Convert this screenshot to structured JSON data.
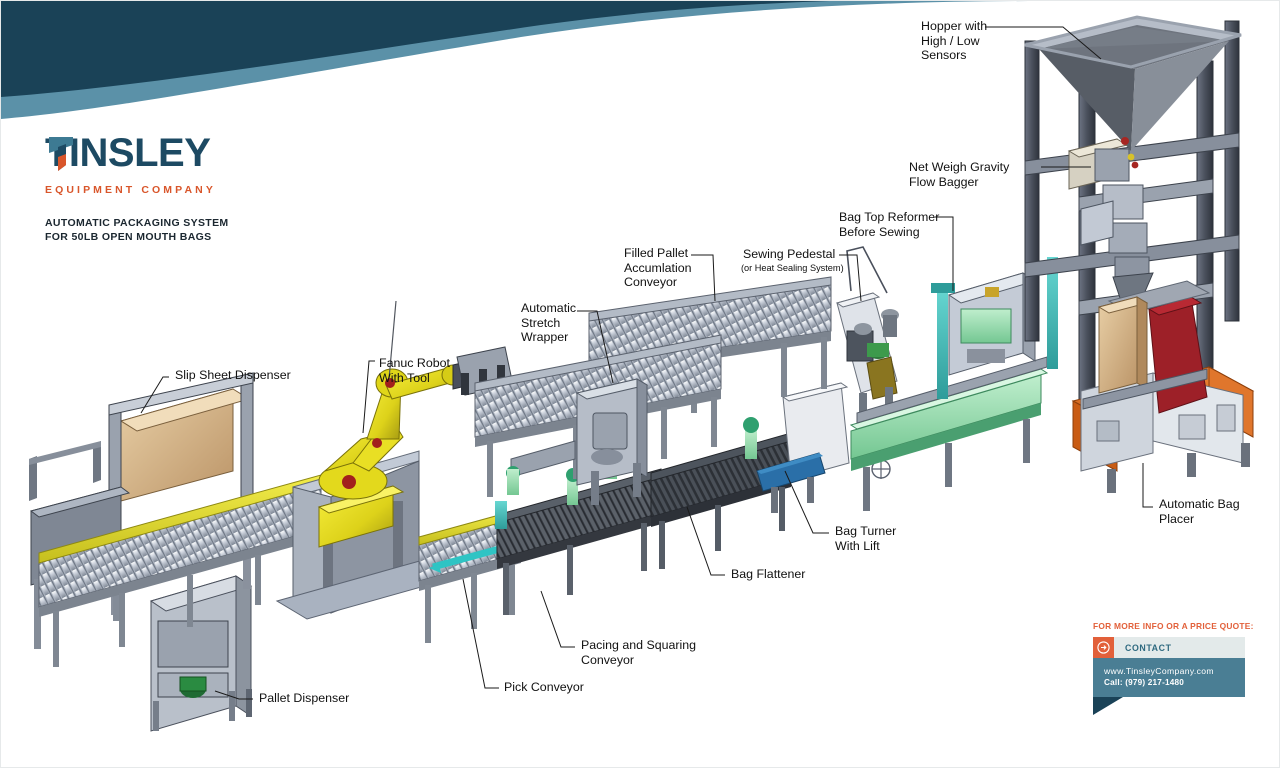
{
  "brand": {
    "logo_word": "TINSLEY",
    "logo_tagline": "EQUIPMENT COMPANY",
    "navy": "#1d4a63",
    "orange": "#d9562b",
    "teal": "#4a7e94"
  },
  "title": {
    "line1": "AUTOMATIC PACKAGING SYSTEM",
    "line2": "FOR 50LB OPEN MOUTH BAGS"
  },
  "callouts": [
    {
      "id": "hopper",
      "text": "Hopper with\nHigh / Low\nSensors"
    },
    {
      "id": "net-weigh",
      "text": "Net Weigh Gravity\nFlow Bagger"
    },
    {
      "id": "bag-top-reformer",
      "text": "Bag Top Reformer\nBefore Sewing"
    },
    {
      "id": "sewing-pedestal",
      "text": "Sewing Pedestal"
    },
    {
      "id": "sewing-sub",
      "text": "(or Heat Sealing System)"
    },
    {
      "id": "filled-pallet",
      "text": "Filled Pallet\nAccumlation\nConveyor"
    },
    {
      "id": "stretch-wrapper",
      "text": "Automatic\nStretch\nWrapper"
    },
    {
      "id": "fanuc-robot",
      "text": "Fanuc Robot\nWith Tool"
    },
    {
      "id": "slip-sheet",
      "text": "Slip Sheet Dispenser"
    },
    {
      "id": "bag-turner",
      "text": "Bag Turner\nWith Lift"
    },
    {
      "id": "bag-flattener",
      "text": "Bag Flattener"
    },
    {
      "id": "pacing-squaring",
      "text": "Pacing and Squaring\nConveyor"
    },
    {
      "id": "pick-conveyor",
      "text": "Pick Conveyor"
    },
    {
      "id": "pallet-dispenser",
      "text": "Pallet Dispenser"
    },
    {
      "id": "auto-bag-placer",
      "text": "Automatic Bag\nPlacer"
    }
  ],
  "contact": {
    "heading": "FOR MORE INFO OR A PRICE QUOTE:",
    "button_label": "CONTACT",
    "arrow_icon": "arrow-right-circle-icon",
    "website": "www.TinsleyCompany.com",
    "phone": "Call: (979) 217-1480"
  }
}
